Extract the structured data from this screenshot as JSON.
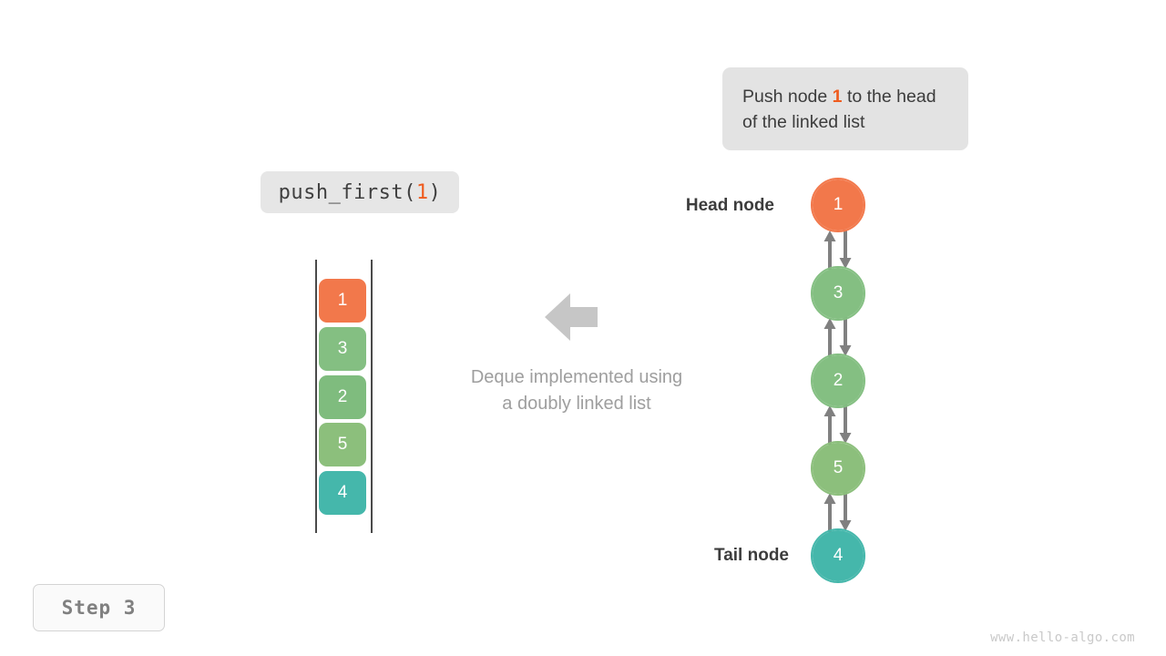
{
  "page": {
    "background": "#ffffff",
    "watermark": "www.hello-algo.com"
  },
  "callout": {
    "prefix": "Push node ",
    "highlight": "1",
    "suffix": " to the head of the linked list",
    "background": "#e3e3e3",
    "highlight_color": "#ef5c1f"
  },
  "code_pill": {
    "prefix": "push_first(",
    "argument": "1",
    "suffix": ")",
    "background": "#e6e6e6",
    "argument_color": "#ef5c1f"
  },
  "step_badge": {
    "label": "Step 3"
  },
  "center": {
    "arrow_icon": "left-block-arrow",
    "arrow_color": "#c6c6c6",
    "caption_line1": "Deque implemented using",
    "caption_line2": "a doubly linked list"
  },
  "deque_stack": {
    "boxes": [
      {
        "value": "1",
        "color": "#f2784b"
      },
      {
        "value": "3",
        "color": "#84bf82"
      },
      {
        "value": "2",
        "color": "#7fbc7e"
      },
      {
        "value": "5",
        "color": "#8cbf7c"
      },
      {
        "value": "4",
        "color": "#45b7ab"
      }
    ]
  },
  "linked_list": {
    "head_label": "Head node",
    "tail_label": "Tail node",
    "link_arrow_color": "#808080",
    "nodes": [
      {
        "value": "1",
        "color": "#f2784b",
        "ring": "#f2784b"
      },
      {
        "value": "3",
        "color": "#84bf82",
        "ring": "#84bf82"
      },
      {
        "value": "2",
        "color": "#84bf82",
        "ring": "#84bf82"
      },
      {
        "value": "5",
        "color": "#8cbf7c",
        "ring": "#8cbf7c"
      },
      {
        "value": "4",
        "color": "#45b7ab",
        "ring": "#45b7ab"
      }
    ]
  }
}
